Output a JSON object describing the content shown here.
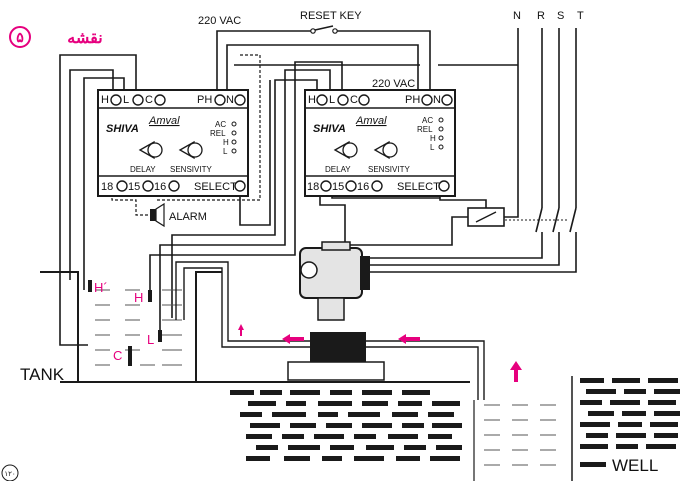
{
  "title": "نقشه",
  "title_number": "۵",
  "corner_mark": "۱۲۰",
  "supply": {
    "vac_top": "220 VAC",
    "vac_right": "220 VAC",
    "reset_key": "RESET KEY"
  },
  "phases": [
    "N",
    "R",
    "S",
    "T"
  ],
  "relay": {
    "brand_main": "SHIVA",
    "brand_script": "Amval",
    "top_terminals": [
      "H",
      "L",
      "C",
      "PH",
      "N"
    ],
    "indicators": [
      "AC",
      "REL",
      "H",
      "L"
    ],
    "knob_labels": [
      "DELAY",
      "SENSIVITY"
    ],
    "bottom_terminals": [
      "18",
      "15",
      "16"
    ],
    "select_label": "SELECT"
  },
  "alarm_label": "ALARM",
  "tank": {
    "label": "TANK",
    "probe_labels": [
      "H´",
      "H",
      "L",
      "C"
    ]
  },
  "well_label": "WELL",
  "colors": {
    "accent": "#e6007e",
    "ink": "#1a1a1a",
    "pump_body": "#e4e4e4"
  }
}
